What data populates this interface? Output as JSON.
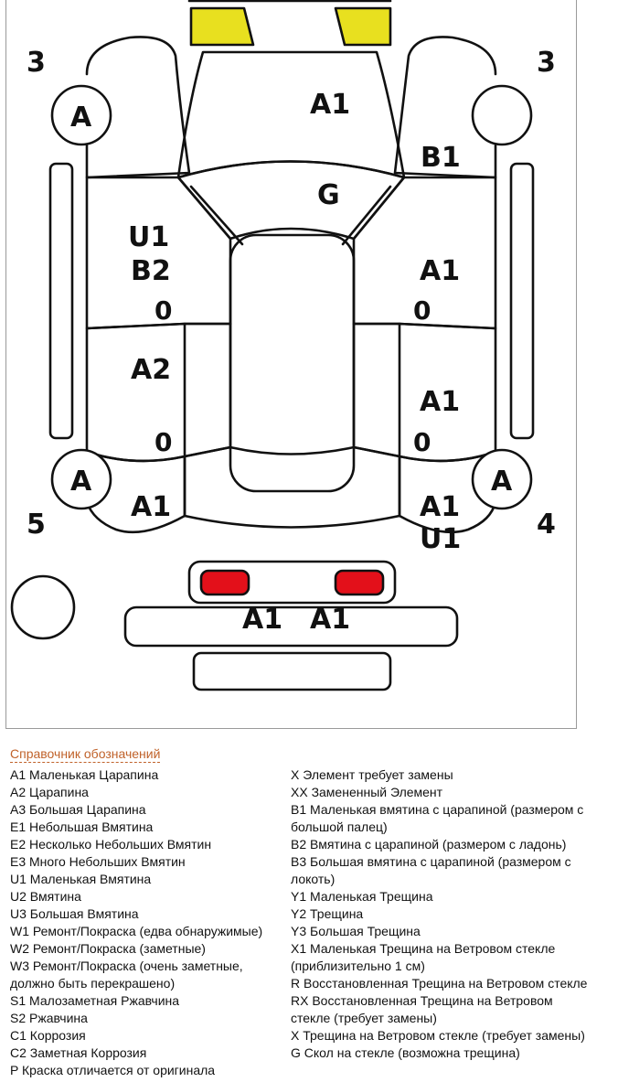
{
  "diagram": {
    "front": {
      "hood": "A1",
      "windshield": "G",
      "left_fender_number": "3",
      "left_fender_wheel": "A",
      "right_fender_number": "3",
      "right_fender_mark": "B1"
    },
    "left_side": {
      "front_door_line1": "U1",
      "front_door_line2": "B2",
      "front_door_extra": "0",
      "rear_door": "A2",
      "rear_door_extra": "0",
      "rear_wheel": "A",
      "rear_fender": "A1",
      "rear_number": "5"
    },
    "right_side": {
      "front_door": "A1",
      "front_door_extra": "0",
      "rear_door": "A1",
      "rear_door_extra": "0",
      "rear_wheel": "A",
      "rear_fender_line1": "A1",
      "rear_fender_line2": "U1",
      "rear_number": "4"
    },
    "rear": {
      "bumper_left": "A1",
      "bumper_right": "A1"
    },
    "colors": {
      "headlight": "#e8e01f",
      "taillight": "#e3101a",
      "line": "#111111",
      "legend_title": "#c0622a"
    }
  },
  "legend": {
    "title": "Справочник обозначений",
    "left": [
      "A1 Маленькая Царапина",
      "A2 Царапина",
      "A3 Большая Царапина",
      "E1 Небольшая Вмятина",
      "E2 Несколько Небольших Вмятин",
      "E3 Много Небольших Вмятин",
      "U1 Маленькая Вмятина",
      "U2 Вмятина",
      "U3 Большая Вмятина",
      "W1 Ремонт/Покраска (едва обнаружимые)",
      "W2 Ремонт/Покраска (заметные)",
      "W3 Ремонт/Покраска (очень заметные, должно быть перекрашено)",
      "S1 Малозаметная Ржавчина",
      "S2 Ржавчина",
      "C1 Коррозия",
      "C2 Заметная Коррозия",
      "P Краска отличается от оригинала"
    ],
    "right": [
      "X Элемент требует замены",
      "XX Замененный Элемент",
      "B1 Маленькая вмятина с царапиной (размером с большой палец)",
      "B2 Вмятина с царапиной (размером с ладонь)",
      "B3 Большая вмятина с царапиной (размером с локоть)",
      "Y1 Маленькая Трещина",
      "Y2 Трещина",
      "Y3 Большая Трещина",
      "X1 Маленькая Трещина на Ветровом стекле (приблизительно 1 см)",
      "R Восстановленная Трещина на Ветровом стекле",
      "RX Восстановленная Трещина на Ветровом стекле (требует замены)",
      "X Трещина на Ветровом стекле (требует замены)",
      "G Скол на стекле (возможна трещина)"
    ]
  }
}
